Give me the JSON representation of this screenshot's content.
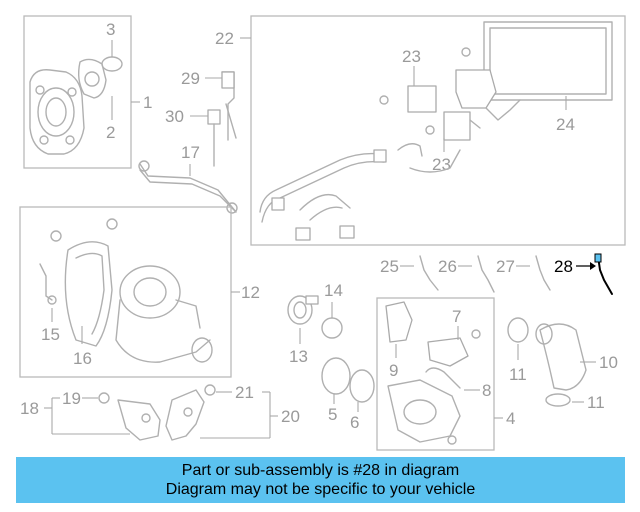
{
  "highlight_color": "#5bc2f0",
  "callouts": {
    "c1": "1",
    "c2": "2",
    "c3": "3",
    "c4": "4",
    "c5": "5",
    "c6": "6",
    "c7": "7",
    "c8": "8",
    "c9": "9",
    "c10": "10",
    "c11a": "11",
    "c11b": "11",
    "c12": "12",
    "c13": "13",
    "c14": "14",
    "c15": "15",
    "c16": "16",
    "c17": "17",
    "c18": "18",
    "c19": "19",
    "c20": "20",
    "c21": "21",
    "c22": "22",
    "c23a": "23",
    "c23b": "23",
    "c24": "24",
    "c25": "25",
    "c26": "26",
    "c27": "27",
    "c28": "28",
    "c29": "29",
    "c30": "30"
  },
  "banner": {
    "line1": "Part or sub-assembly is #28 in diagram",
    "line2": "Diagram may not be specific to your vehicle"
  }
}
